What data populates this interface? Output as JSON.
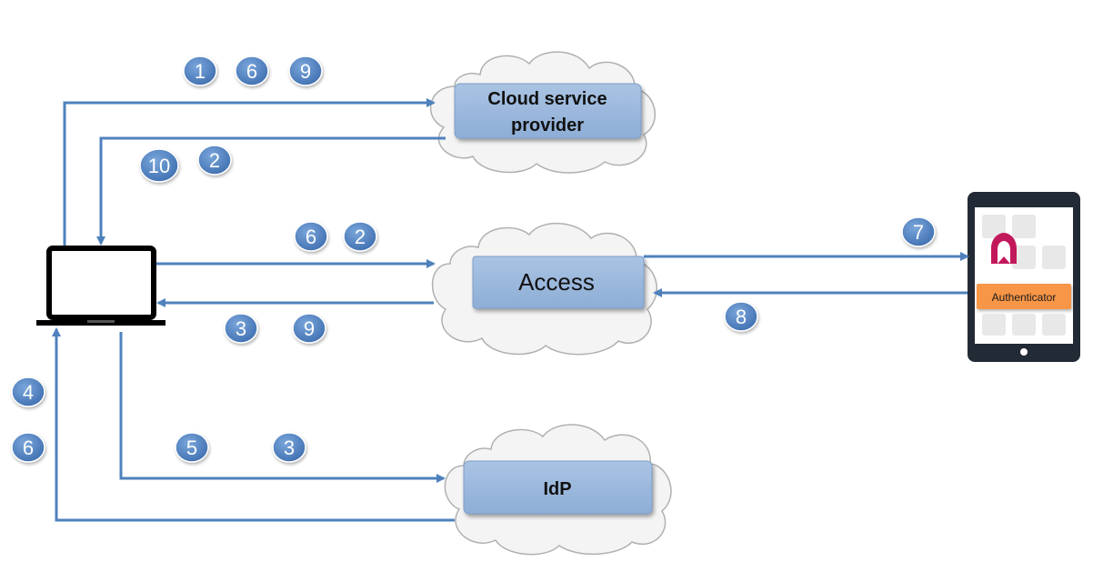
{
  "nodes": {
    "cloud_service_provider": {
      "line1": "Cloud service",
      "line2": "provider"
    },
    "access": {
      "label": "Access"
    },
    "idp": {
      "label": "IdP"
    },
    "authenticator": {
      "label": "Authenticator"
    }
  },
  "badges": {
    "top": [
      "1",
      "6",
      "9"
    ],
    "csp_return": [
      "10",
      "2"
    ],
    "access_out": [
      "6",
      "2"
    ],
    "access_in": [
      "3",
      "9"
    ],
    "idp_left": [
      "4",
      "6"
    ],
    "idp_out": [
      "5",
      "3"
    ],
    "mobile_out": "7",
    "mobile_in": "8"
  },
  "colors": {
    "arrow": "#4f81bd",
    "box_fill": "#95b3d7",
    "badge_fill": "#4f81bd",
    "authenticator_fill": "#f79646",
    "cloud_outline": "#b0b0b0",
    "device_dark": "#222a35"
  }
}
